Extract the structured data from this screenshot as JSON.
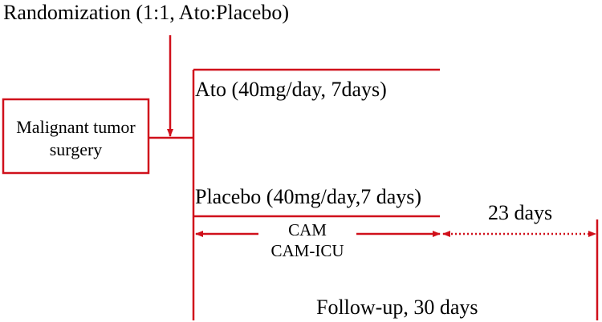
{
  "randomization": "Randomization (1:1, Ato:Placebo)",
  "surgery_box": {
    "line1": "Malignant tumor",
    "line2": "surgery"
  },
  "arm_ato": "Ato (40mg/day, 7days)",
  "arm_placebo": "Placebo (40mg/day,7 days)",
  "assessment": {
    "line1": "CAM",
    "line2": "CAM-ICU"
  },
  "followup_gap": "23 days",
  "followup_total": "Follow-up, 30 days",
  "colors": {
    "line": "#d0101b",
    "text": "#000000"
  }
}
